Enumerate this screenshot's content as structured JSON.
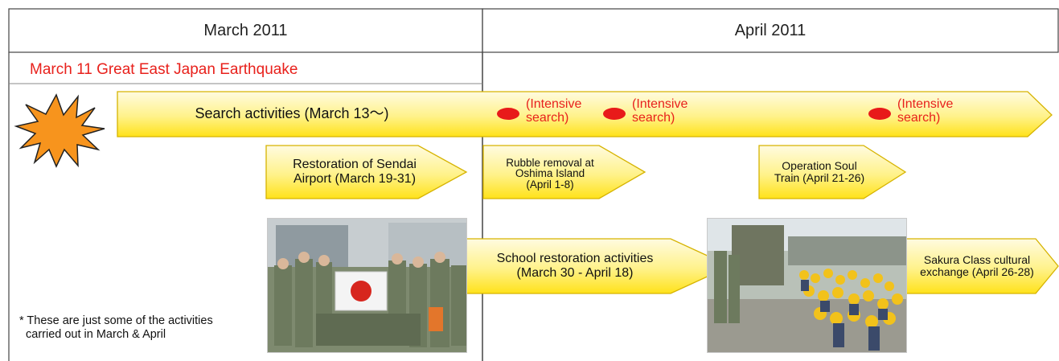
{
  "timeline": {
    "months": [
      {
        "label": "March 2011"
      },
      {
        "label": "April 2011"
      }
    ],
    "event_title": "March 11 Great East Japan Earthquake",
    "search_banner": {
      "label": "Search activities (March 13〜)"
    },
    "intensive_searches": [
      {
        "line1": "(Intensive",
        "line2": "search)"
      },
      {
        "line1": "(Intensive",
        "line2": "search)"
      },
      {
        "line1": "(Intensive",
        "line2": "search)"
      }
    ],
    "activities": [
      {
        "line1": "Restoration of Sendai",
        "line2": "Airport (March 19-31)"
      },
      {
        "line1": "Rubble removal at",
        "line2": "Oshima Island",
        "line3": "(April 1-8)"
      },
      {
        "line1": "Operation Soul",
        "line2": "Train (April 21-26)"
      },
      {
        "line1": "School restoration activities",
        "line2": "(March 30 - April 18)"
      },
      {
        "line1": "Sakura Class cultural",
        "line2": "exchange (April 26-28)"
      }
    ],
    "photos": [
      {
        "label": "photo-soldiers-with-flag"
      },
      {
        "label": "photo-children-with-soldiers"
      }
    ],
    "footnote": {
      "line1": "* These are just some of the activities",
      "line2": "carried out in March & April"
    },
    "colors": {
      "banner_fill_top": "#fffad0",
      "banner_fill_bottom": "#ffe21a",
      "banner_stroke": "#d6b300",
      "accent_red": "#e8211c",
      "burst": "#f7941d"
    }
  }
}
